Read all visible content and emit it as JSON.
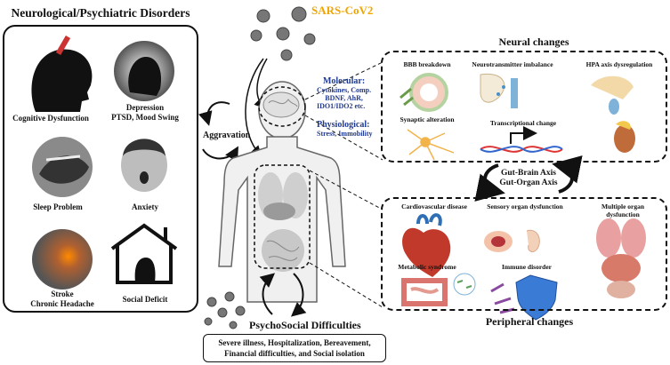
{
  "left": {
    "title": "Neurological/Psychiatric Disorders",
    "cognitive": "Cognitive Dysfunction",
    "depression1": "Depression",
    "depression2": "PTSD, Mood Swing",
    "sleep": "Sleep Problem",
    "anxiety": "Anxiety",
    "stroke1": "Stroke",
    "stroke2": "Chronic Headache",
    "social": "Social Deficit"
  },
  "center": {
    "virus": "SARS-CoV2",
    "aggravation": "Aggravation",
    "molecular_title": "Molecular:",
    "molecular1": "Cytokines, Comp.",
    "molecular2": "BDNF, AhR,",
    "molecular3": "IDO1/IDO2 etc.",
    "physiological_title": "Physiological:",
    "physiological": "Stress, Immobility",
    "psycho_title": "PsychoSocial Difficulties",
    "psycho1": "Severe illness, Hospitalization, Bereavement,",
    "psycho2": "Financial difficulties, and Social isolation"
  },
  "neural": {
    "title": "Neural changes",
    "bbb": "BBB breakdown",
    "neurotransmitter": "Neurotransmitter imbalance",
    "hpa": "HPA axis dysregulation",
    "synaptic": "Synaptic alteration",
    "transcriptional": "Transcriptional change"
  },
  "axis": {
    "line1": "Gut-Brain Axis",
    "line2": "Gut-Organ Axis"
  },
  "peripheral": {
    "title": "Peripheral changes",
    "cardio": "Cardiovascular disease",
    "sensory": "Sensory organ dysfunction",
    "multiple1": "Multiple organ",
    "multiple2": "dysfunction",
    "metabolic": "Metabolic syndrome",
    "immune": "Immune disorder"
  },
  "colors": {
    "virus_text": "#f0a500",
    "molecular_text": "#1f3a93"
  }
}
